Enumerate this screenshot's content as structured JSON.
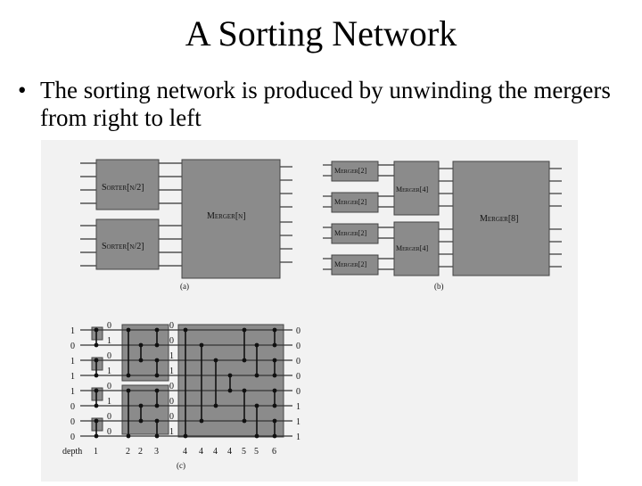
{
  "title": "A Sorting Network",
  "bullet": {
    "symbol": "•",
    "text": "The sorting network is produced by unwinding the mergers from right to left"
  },
  "diagram": {
    "panel_a": {
      "sorter_label_top": "Sorter[n/2]",
      "sorter_label_bottom": "Sorter[n/2]",
      "merger_label": "Merger[n]",
      "caption": "(a)"
    },
    "panel_b": {
      "merger2_labels": [
        "Merger[2]",
        "Merger[2]",
        "Merger[2]",
        "Merger[2]"
      ],
      "merger4_labels": [
        "Merger[4]",
        "Merger[4]"
      ],
      "merger8_label": "Merger[8]",
      "caption": "(b)"
    },
    "panel_c": {
      "inputs": [
        "1",
        "0",
        "1",
        "1",
        "1",
        "0",
        "0",
        "0"
      ],
      "after_stage1": [
        "0",
        "1",
        "0",
        "1",
        "0",
        "1",
        "0",
        "0"
      ],
      "after_stage2": [
        "0",
        "0",
        "1",
        "1",
        "0",
        "0",
        "0",
        "1"
      ],
      "outputs": [
        "0",
        "0",
        "0",
        "0",
        "0",
        "1",
        "1",
        "1"
      ],
      "depth_label": "depth",
      "depths": [
        "1",
        "2",
        "2",
        "3",
        "4",
        "4",
        "4",
        "4",
        "5",
        "5",
        "6"
      ],
      "caption": "(c)"
    }
  }
}
